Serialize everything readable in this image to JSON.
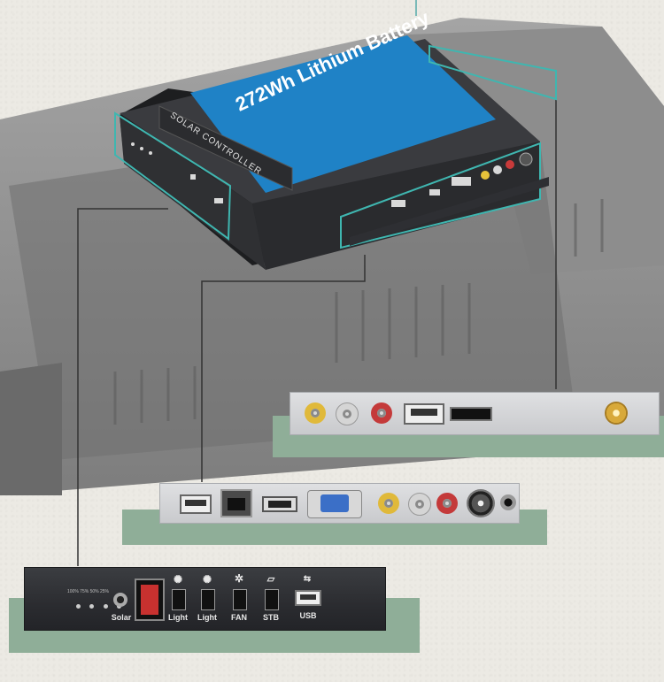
{
  "battery": {
    "label": "272Wh Lithium Battery",
    "controller_label": "SOLAR CONTROLLER"
  },
  "panel_left": {
    "indicator_text": "100% 75% 50% 25%",
    "ports": [
      {
        "label": "Solar",
        "icon": "dc-jack-icon"
      },
      {
        "label": "",
        "icon": "power-switch-icon"
      },
      {
        "label": "Light",
        "icon": "lamp-icon"
      },
      {
        "label": "Light",
        "icon": "lamp-icon"
      },
      {
        "label": "FAN",
        "icon": "fan-icon"
      },
      {
        "label": "STB",
        "icon": "settop-box-icon"
      },
      {
        "label": "USB",
        "icon": "usb-icon"
      }
    ]
  },
  "colors": {
    "accent_green": "#8fae98",
    "screen_blue": "#1f82c6",
    "highlight_teal": "#3fb6b0"
  }
}
